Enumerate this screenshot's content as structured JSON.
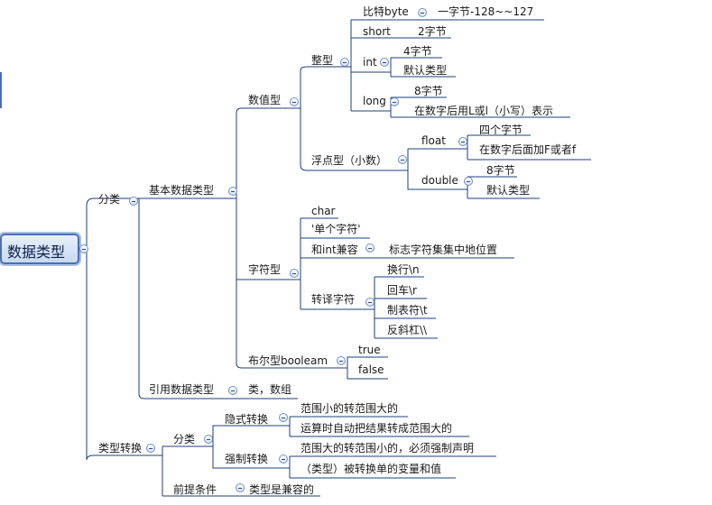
{
  "root": {
    "label": "数据类型"
  },
  "nodes": {
    "fenlei": "分类",
    "jiben": "基本数据类型",
    "shuzhi": "数值型",
    "zhengxing": "整型",
    "byte": "比特byte",
    "byte_note": "一字节-128~~127",
    "short": "short",
    "short_note": "2字节",
    "int": "int",
    "int_note1": "4字节",
    "int_note2": "默认类型",
    "long": "long",
    "long_note1": "8字节",
    "long_note2": "在数字后用L或l（小写）表示",
    "fudian": "浮点型（小数）",
    "float": "float",
    "float_note1": "四个字节",
    "float_note2": "在数字后面加F或者f",
    "double": "double",
    "double_note1": "8字节",
    "double_note2": "默认类型",
    "zifu": "字符型",
    "char": "char",
    "danzifu": "'单个字符'",
    "int_compat": "和int兼容",
    "int_compat_note": "标志字符集集中地位置",
    "zhuanyi": "转译字符",
    "esc_n": "换行\\n",
    "esc_r": "回车\\r",
    "esc_t": "制表符\\t",
    "esc_bs": "反斜杠\\\\",
    "buer": "布尔型booleam",
    "true": "true",
    "false": "false",
    "yinyong": "引用数据类型",
    "yinyong_note": "类，数组",
    "leixing": "类型转换",
    "zh_fenlei": "分类",
    "yinshi": "隐式转换",
    "yinshi_note1": "范围小的转范围大的",
    "yinshi_note2": "运算时自动把结果转成范围大的",
    "qiangzhi": "强制转换",
    "qiangzhi_note1": "范围大的转范围小的，必须强制声明",
    "qiangzhi_note2": "（类型）被转换单的变量和值",
    "tiaojian": "前提条件",
    "tiaojian_note": "类型是兼容的"
  },
  "colors": {
    "line": "#1f3f7a",
    "node_border": "#4a6fb0",
    "root_fill": "#c7d9f0"
  }
}
